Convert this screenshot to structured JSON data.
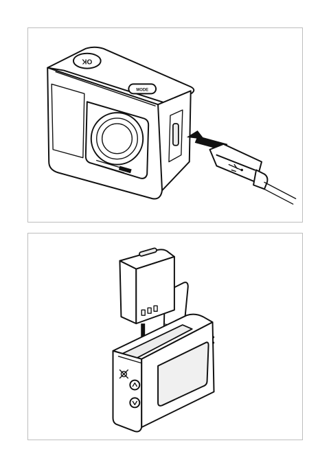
{
  "panels": [
    {
      "id": "charging",
      "camera_buttons": {
        "ok_label": "OK",
        "mode_label": "MODE"
      },
      "icons": [
        "camera-icon",
        "usb-cable-icon",
        "usb-symbol-icon",
        "insert-arrow-icon"
      ]
    },
    {
      "id": "battery-insertion",
      "icons": [
        "battery-icon",
        "camera-icon",
        "down-arrow-icon",
        "flip-arrow-icon",
        "up-button-icon",
        "down-button-icon",
        "settings-gear-icon"
      ]
    }
  ],
  "colors": {
    "ink": "#111111",
    "frame": "#bdbdbd",
    "screen": "#e6e6e6",
    "paper": "#ffffff"
  }
}
